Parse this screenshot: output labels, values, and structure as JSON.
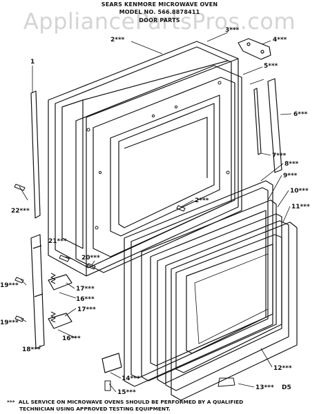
{
  "header": {
    "line1": "SEARS KENMORE MICROWAVE OVEN",
    "line2": "MODEL NO. 566.8878411",
    "line3": "DOOR PARTS"
  },
  "watermark": "AppliancePartsPros.com",
  "diagram_code": "D5",
  "callouts": {
    "c1": "1",
    "c2": "2***",
    "c2b": "2***",
    "c3": "3***",
    "c4": "4***",
    "c5": "5***",
    "c6": "6***",
    "c7": "7***",
    "c8": "8***",
    "c9": "9***",
    "c10": "10***",
    "c11": "11***",
    "c12": "12***",
    "c13": "13***",
    "c14": "14***",
    "c15": "15***",
    "c16a": "16***",
    "c16b": "16***",
    "c17a": "17***",
    "c17b": "17***",
    "c18": "18***",
    "c19a": "19***",
    "c19b": "19***",
    "c20": "20***",
    "c21": "21***",
    "c22": "22***"
  },
  "footer": "***  ALL SERVICE ON MICROWAVE OVENS SHOULD BE PERFORMED BY A QUALIFIED\n       TECHNICIAN USING APPROVED TESTING EQUIPMENT.",
  "icons": [
    "screw-icon",
    "spring-icon",
    "hinge-icon"
  ]
}
